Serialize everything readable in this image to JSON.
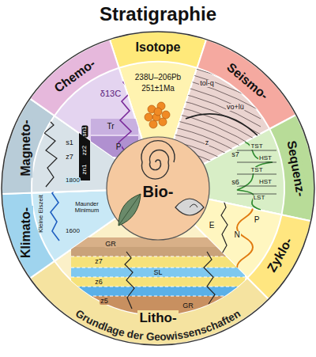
{
  "diagram": {
    "title": "Stratigraphie",
    "caption": "Grundlage der Geowissenschaften",
    "nodes": [
      {
        "text": [
          "Chemo-"
        ]
      },
      {
        "text": [
          "Isotope"
        ]
      },
      {
        "text": [
          "Seismo-"
        ]
      },
      {
        "text": [
          "Sequenz-"
        ]
      },
      {
        "text": [
          "Magneto-"
        ]
      },
      {
        "text": [
          "Bio-"
        ]
      },
      {
        "text": [
          "Klimato-"
        ]
      },
      {
        "text": [
          "Zyklo-"
        ]
      },
      {
        "text": [
          "Litho-"
        ]
      }
    ],
    "labels": [
      "δ13C",
      "Tr",
      "P",
      "238U–206Pb",
      "251±1Ma",
      "tol-q",
      "vo+lü",
      "z",
      "s7",
      "TST",
      "HST",
      "TST",
      "HST",
      "s6",
      "LST",
      "E",
      "N",
      "P",
      "GR",
      "z7",
      "z6",
      "SL",
      "z5",
      "GR",
      "1800",
      "1600",
      "Kleine Eiszeit",
      "Maunder Minimum",
      "s1",
      "z7",
      "sn1",
      "zz2",
      "zn1"
    ]
  }
}
